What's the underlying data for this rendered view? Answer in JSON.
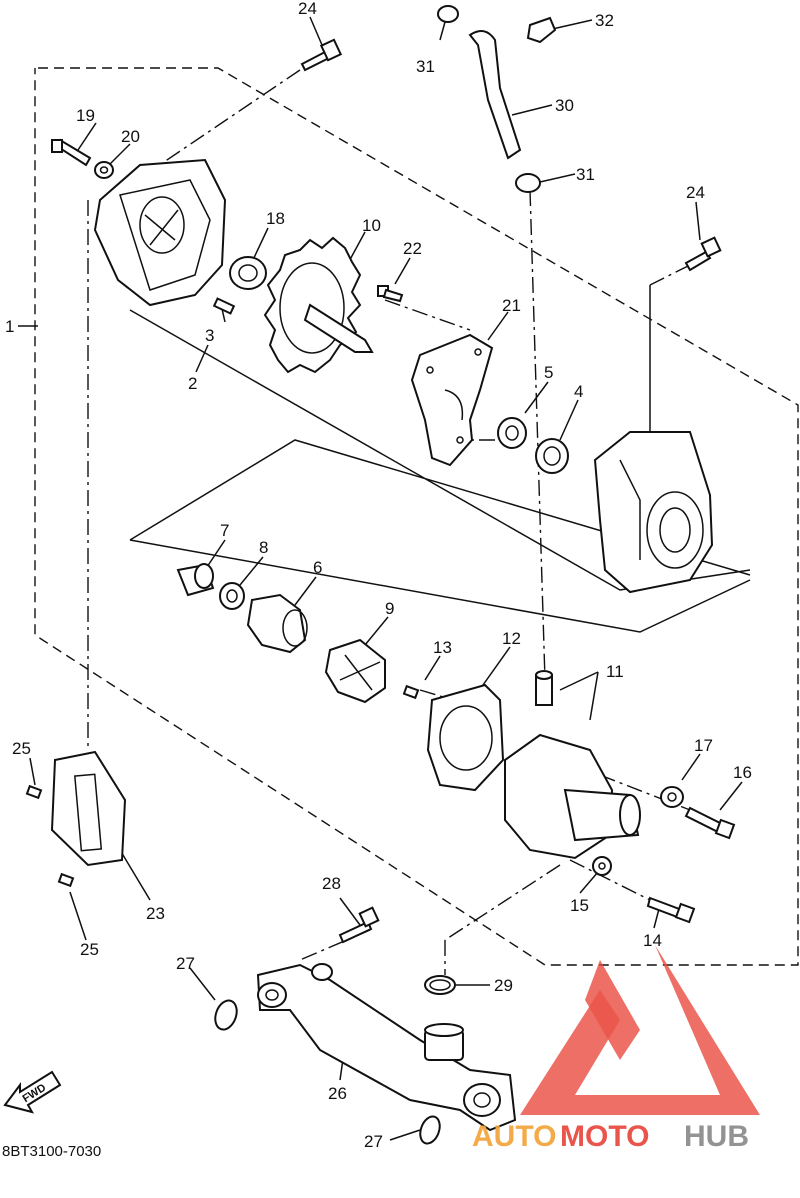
{
  "diagram": {
    "code": "8BT3100-7030",
    "fwd_label": "FWD",
    "callouts": [
      "1",
      "2",
      "3",
      "4",
      "5",
      "6",
      "7",
      "8",
      "9",
      "10",
      "11",
      "12",
      "13",
      "14",
      "15",
      "16",
      "17",
      "18",
      "19",
      "20",
      "21",
      "22",
      "23",
      "24",
      "24",
      "25",
      "25",
      "26",
      "27",
      "27",
      "28",
      "29",
      "30",
      "31",
      "31",
      "32"
    ]
  },
  "watermark": {
    "auto": "AUTO",
    "moto": "MOTO",
    "hub": "HUB",
    "colors": {
      "red": "#e8463c",
      "orange": "#f2a33a",
      "gray": "#8a8a8a"
    }
  }
}
